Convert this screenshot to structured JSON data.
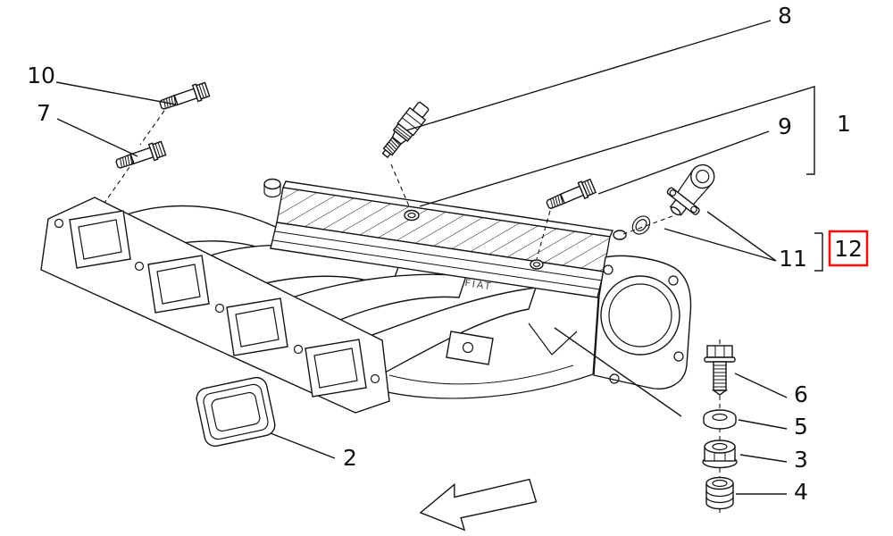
{
  "page": {
    "background": "#ffffff"
  },
  "diagram": {
    "line_color": "#141414",
    "highlight_color": "#e81410",
    "brand_mark": "FIAT"
  },
  "callouts": {
    "c1": "1",
    "c2": "2",
    "c3": "3",
    "c4": "4",
    "c5": "5",
    "c6": "6",
    "c7": "7",
    "c8": "8",
    "c9": "9",
    "c10": "10",
    "c11": "11",
    "c12": "12"
  }
}
